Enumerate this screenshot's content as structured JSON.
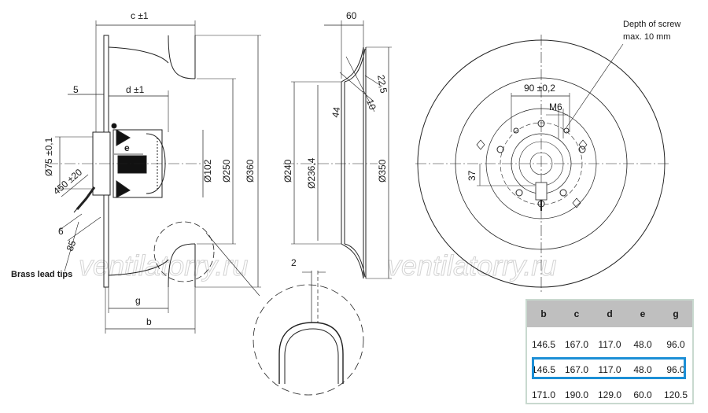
{
  "labels": {
    "c": "c ±1",
    "d": "d ±1",
    "five": "5",
    "e": "e",
    "d75": "Ø75 ±0,1",
    "len450": "450 ±20",
    "six": "6",
    "eightyfive": "85",
    "brass": "Brass lead tips",
    "g": "g",
    "b": "b",
    "d102": "Ø102",
    "d250": "Ø250",
    "d360": "Ø360",
    "sixty": "60",
    "d240": "Ø240",
    "d2364": "Ø236,4",
    "fortyfour": "44",
    "ten": "10",
    "twentytwo": "22,5",
    "d350": "Ø350",
    "two": "2",
    "screw1": "Depth of screw",
    "screw2": "max. 10 mm",
    "ninety": "90 ±0,2",
    "m6": "M6",
    "thirtyseven": "37"
  },
  "watermark": "ventilatorry.ru",
  "table": {
    "headers": [
      "b",
      "c",
      "d",
      "e",
      "g"
    ],
    "rows": [
      [
        "146.5",
        "167.0",
        "117.0",
        "48.0",
        "96.0"
      ],
      [
        "146.5",
        "167.0",
        "117.0",
        "48.0",
        "96.0"
      ],
      [
        "171.0",
        "190.0",
        "129.0",
        "60.0",
        "120.5"
      ]
    ],
    "selected_row": 1,
    "highlight_color": "#1c8fd6",
    "header_bg": "#bfbfbf"
  }
}
